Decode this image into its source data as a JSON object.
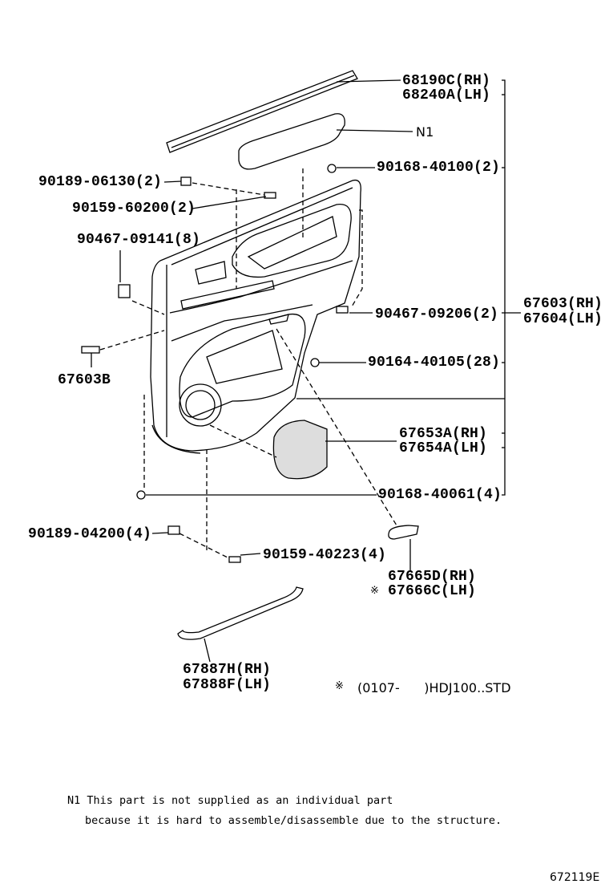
{
  "parts": {
    "p68190C": "68190C(RH)",
    "p68240A": "68240A(LH)",
    "n1": "N1",
    "p90168_40100": "90168-40100(2)",
    "p90189_06130": "90189-06130(2)",
    "p90159_60200": "90159-60200(2)",
    "p90467_09141": "90467-09141(8)",
    "p67603": "67603(RH)",
    "p67604": "67604(LH)",
    "p90467_09206": "90467-09206(2)",
    "p67603B": "67603B",
    "p90164_40105": "90164-40105(28)",
    "p67653A": "67653A(RH)",
    "p67654A": "67654A(LH)",
    "p90168_40061": "90168-40061(4)",
    "p90189_04200": "90189-04200(4)",
    "p90159_40223": "90159-40223(4)",
    "p67665D": "67665D(RH)",
    "p67666C": "67666C(LH)",
    "p67887H": "67887H(RH)",
    "p67888F": "67888F(LH)"
  },
  "marks": {
    "asterisk": "※"
  },
  "applicability": "(0107-      )HDJ100..STD",
  "notes": {
    "line1": "N1 This part is not supplied as an individual part",
    "line2": "because it is hard to assemble/disassemble due to the structure."
  },
  "diagram_id": "672119E"
}
